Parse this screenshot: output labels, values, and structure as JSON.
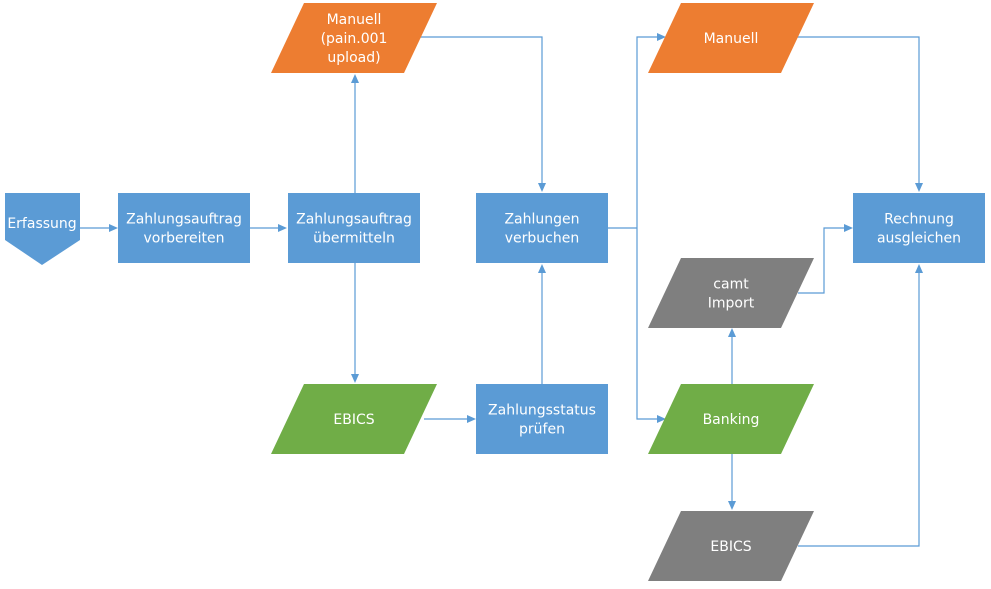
{
  "colors": {
    "process": "#5b9bd5",
    "manual": "#ed7d31",
    "ebics_green": "#70ad47",
    "gray": "#7f7f7f",
    "connector": "#5b9bd5",
    "text": "#ffffff"
  },
  "nodes": {
    "erfassung": {
      "lines": [
        "Erfassung"
      ],
      "shape": "offpage-connector",
      "color": "process"
    },
    "vorbereiten": {
      "lines": [
        "Zahlungsauftrag",
        "vorbereiten"
      ],
      "shape": "process",
      "color": "process"
    },
    "uebermitteln": {
      "lines": [
        "Zahlungsauftrag",
        "übermitteln"
      ],
      "shape": "process",
      "color": "process"
    },
    "manuell_upload": {
      "lines": [
        "Manuell",
        "(pain.001",
        "upload)"
      ],
      "shape": "data",
      "color": "manual"
    },
    "ebics_send": {
      "lines": [
        "EBICS"
      ],
      "shape": "data",
      "color": "ebics_green"
    },
    "status_pruefen": {
      "lines": [
        "Zahlungsstatus",
        "prüfen"
      ],
      "shape": "process",
      "color": "process"
    },
    "verbuchen": {
      "lines": [
        "Zahlungen",
        "verbuchen"
      ],
      "shape": "process",
      "color": "process"
    },
    "manuell": {
      "lines": [
        "Manuell"
      ],
      "shape": "data",
      "color": "manual"
    },
    "camt_import": {
      "lines": [
        "camt",
        "Import"
      ],
      "shape": "data",
      "color": "gray"
    },
    "banking": {
      "lines": [
        "Banking"
      ],
      "shape": "data",
      "color": "ebics_green"
    },
    "ebics_receive": {
      "lines": [
        "EBICS"
      ],
      "shape": "data",
      "color": "gray"
    },
    "rechnung": {
      "lines": [
        "Rechnung",
        "ausgleichen"
      ],
      "shape": "process",
      "color": "process"
    }
  },
  "edges": [
    {
      "from": "erfassung",
      "to": "vorbereiten"
    },
    {
      "from": "vorbereiten",
      "to": "uebermitteln"
    },
    {
      "from": "uebermitteln",
      "to": "manuell_upload"
    },
    {
      "from": "uebermitteln",
      "to": "ebics_send"
    },
    {
      "from": "manuell_upload",
      "to": "verbuchen"
    },
    {
      "from": "ebics_send",
      "to": "status_pruefen"
    },
    {
      "from": "status_pruefen",
      "to": "verbuchen"
    },
    {
      "from": "verbuchen",
      "to": "manuell"
    },
    {
      "from": "verbuchen",
      "to": "banking"
    },
    {
      "from": "manuell",
      "to": "rechnung"
    },
    {
      "from": "banking",
      "to": "camt_import"
    },
    {
      "from": "banking",
      "to": "ebics_receive"
    },
    {
      "from": "camt_import",
      "to": "rechnung"
    },
    {
      "from": "ebics_receive",
      "to": "rechnung"
    }
  ]
}
